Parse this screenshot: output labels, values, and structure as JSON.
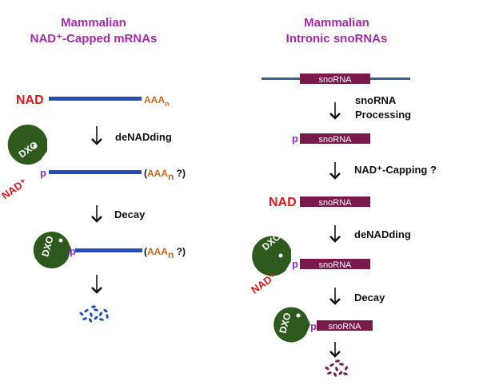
{
  "left": {
    "title_line1": "Mammalian",
    "title_line2": "NAD⁺-Capped mRNAs",
    "nad_label": "NAD",
    "polyA": "AAA",
    "polyA_sub": "n",
    "polyA_q_open": "(",
    "polyA_q_close": " ?)",
    "step1": "deNADding",
    "step2": "Decay",
    "enzyme": "DXO",
    "phosphate": "p",
    "released_nad": "NAD⁺"
  },
  "right": {
    "title_line1": "Mammalian",
    "title_line2": "Intronic snoRNAs",
    "snorna": "snoRNA",
    "step1_line1": "snoRNA",
    "step1_line2": "Processing",
    "step2": "NAD⁺-Capping ?",
    "step3": "deNADding",
    "step4": "Decay",
    "nad_label": "NAD",
    "released_nad": "NAD⁺",
    "enzyme": "DXO",
    "phosphate": "p"
  },
  "colors": {
    "title": "#a12ba8",
    "mrna_line": "#1f4fbf",
    "intron_line": "#3a5f8f",
    "snorna_box": "#7a1a4a",
    "nad": "#e0161c",
    "polyA": "#c8671f",
    "dxo": "#2f5a1e",
    "phosphate": "#8a2bd0"
  },
  "icons": {
    "arrow": "down-arrow-icon",
    "enzyme": "pacman-enzyme-icon",
    "fragments_blue": "degraded-rna-fragments-icon",
    "fragments_red": "degraded-snorna-fragments-icon"
  }
}
